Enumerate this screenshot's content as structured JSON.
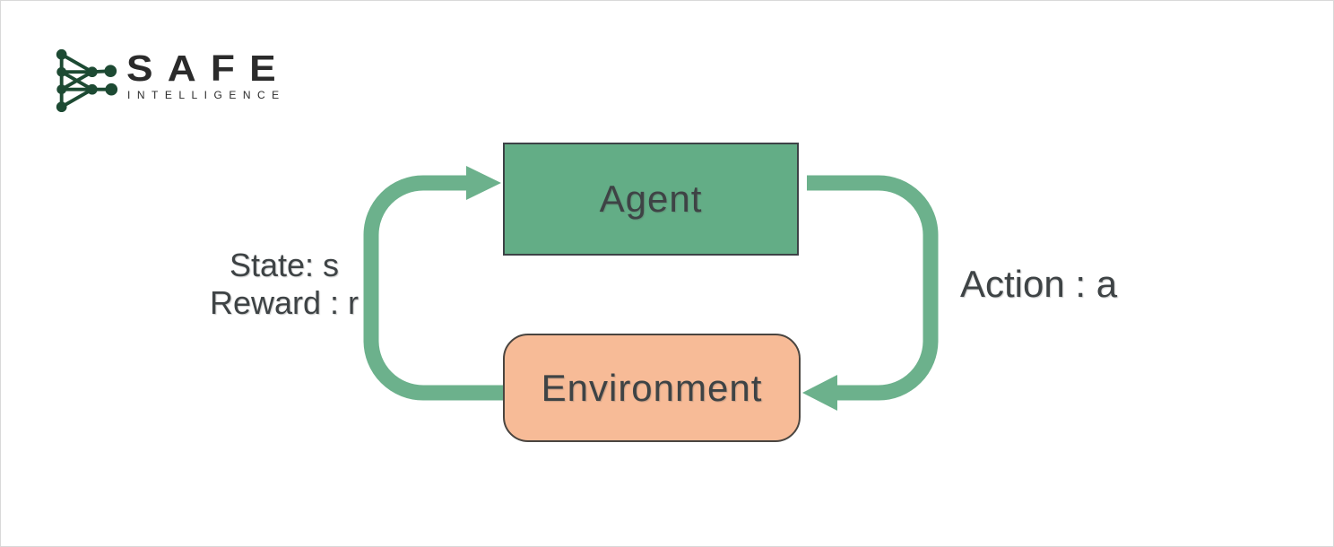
{
  "brand": {
    "name": "SAFE",
    "tagline": "INTELLIGENCE",
    "logo_icon": "network-graph-icon",
    "logo_icon_color": "#1d4a33",
    "wordmark_color": "#2b2b2b"
  },
  "diagram": {
    "type": "reinforcement-learning-loop",
    "agent": {
      "label": "Agent",
      "shape": "rectangle",
      "fill": "#63ad86",
      "border": "#3d4246"
    },
    "environment": {
      "label": "Environment",
      "shape": "rounded-rectangle",
      "fill": "#f7bb97",
      "border": "#4a4540"
    },
    "feedback_edge": {
      "from": "Environment",
      "to": "Agent",
      "labels": [
        "State: s",
        "Reward : r"
      ],
      "side": "left",
      "direction": "up"
    },
    "action_edge": {
      "from": "Agent",
      "to": "Environment",
      "label": "Action : a",
      "side": "right",
      "direction": "down"
    },
    "arrow_color": "#6cb18c",
    "label_color": "#3e4345"
  }
}
